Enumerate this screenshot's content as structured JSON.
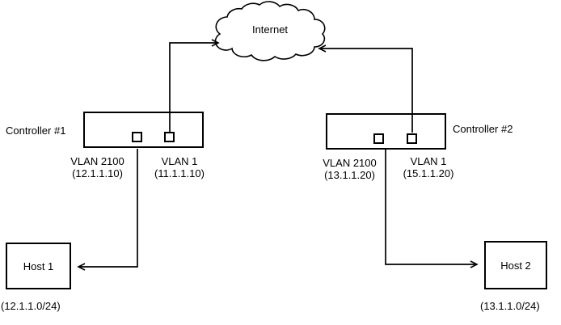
{
  "colors": {
    "line": "#000000",
    "background": "#ffffff",
    "text": "#000000"
  },
  "icons": {
    "internet_cloud": "scalloped-cloud-outline",
    "controller_port": "small-square-port",
    "connector_arrow": "open-v-arrowhead"
  },
  "internet": {
    "label": "Internet"
  },
  "controller1": {
    "label": "Controller #1",
    "ports": [
      {
        "vlan": "VLAN 2100",
        "ip": "(12.1.1.10)"
      },
      {
        "vlan": "VLAN 1",
        "ip": "(11.1.1.10)"
      }
    ]
  },
  "controller2": {
    "label": "Controller #2",
    "ports": [
      {
        "vlan": "VLAN 2100",
        "ip": "(13.1.1.20)"
      },
      {
        "vlan": "VLAN 1",
        "ip": "(15.1.1.20)"
      }
    ]
  },
  "host1": {
    "label": "Host 1",
    "subnet": "(12.1.1.0/24)"
  },
  "host2": {
    "label": "Host 2",
    "subnet": "(13.1.1.0/24)"
  }
}
